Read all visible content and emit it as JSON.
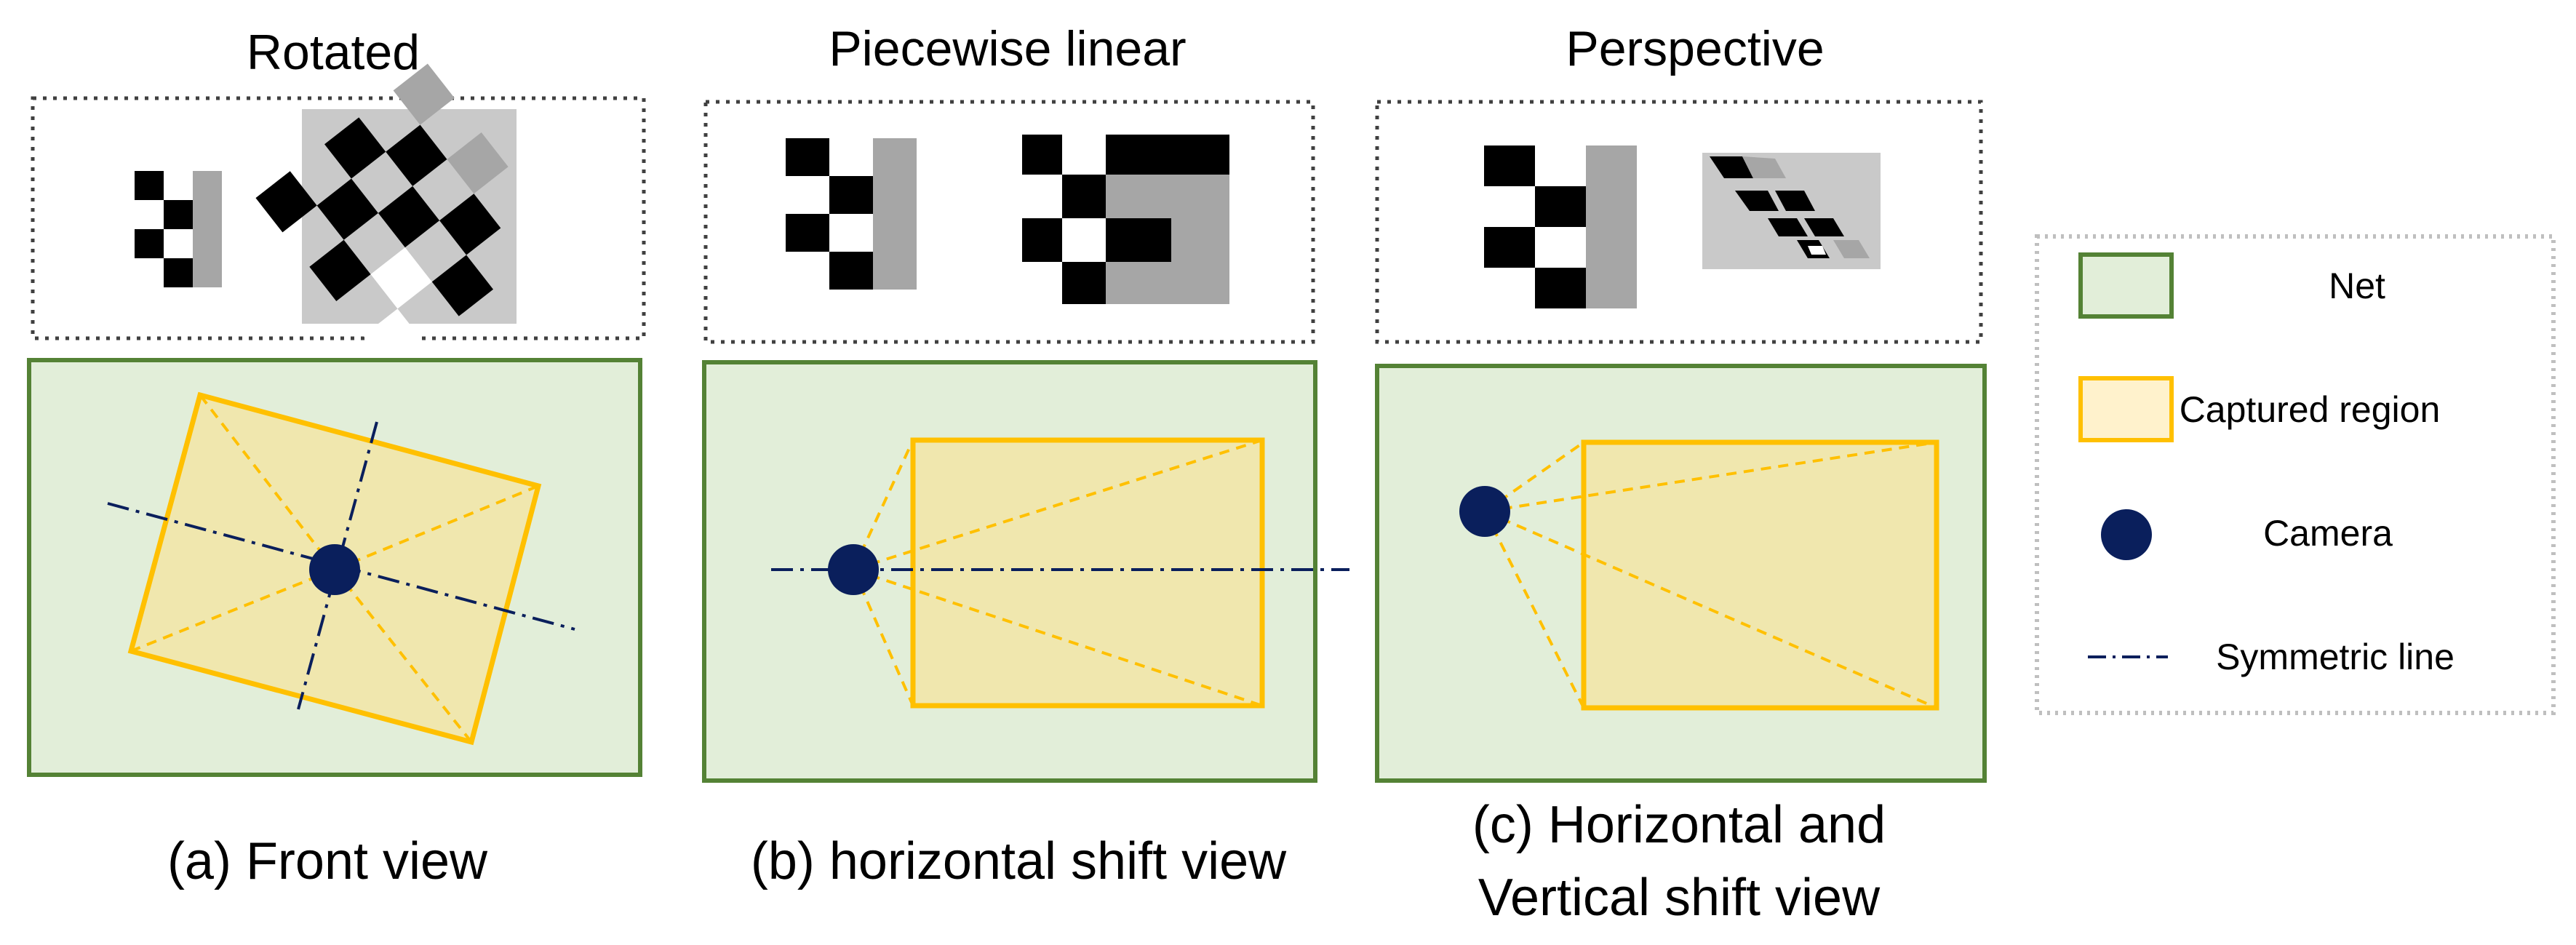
{
  "panels": [
    {
      "title": "Rotated",
      "caption_lines": [
        "(a) Front view"
      ]
    },
    {
      "title": "Piecewise linear",
      "caption_lines": [
        "(b) horizontal shift view"
      ]
    },
    {
      "title": "Perspective",
      "caption_lines": [
        "(c) Horizontal and",
        "Vertical shift view"
      ]
    }
  ],
  "legend": {
    "net": "Net",
    "captured_region": "Captured region",
    "camera": "Camera",
    "symmetric_line": "Symmetric line"
  },
  "colors": {
    "net_fill": "#e2eed9",
    "net_border": "#548235",
    "region_fill": "#f2e5a6",
    "region_border": "#ffc000",
    "camera": "#0a1f5c",
    "symmetric_line": "#0a1f5c",
    "checker_dark": "#000000",
    "checker_gray": "#a6a6a6",
    "checker_bg": "#c9c9c9",
    "frame_dots": "#404040",
    "legend_frame": "#bfbfbf"
  }
}
